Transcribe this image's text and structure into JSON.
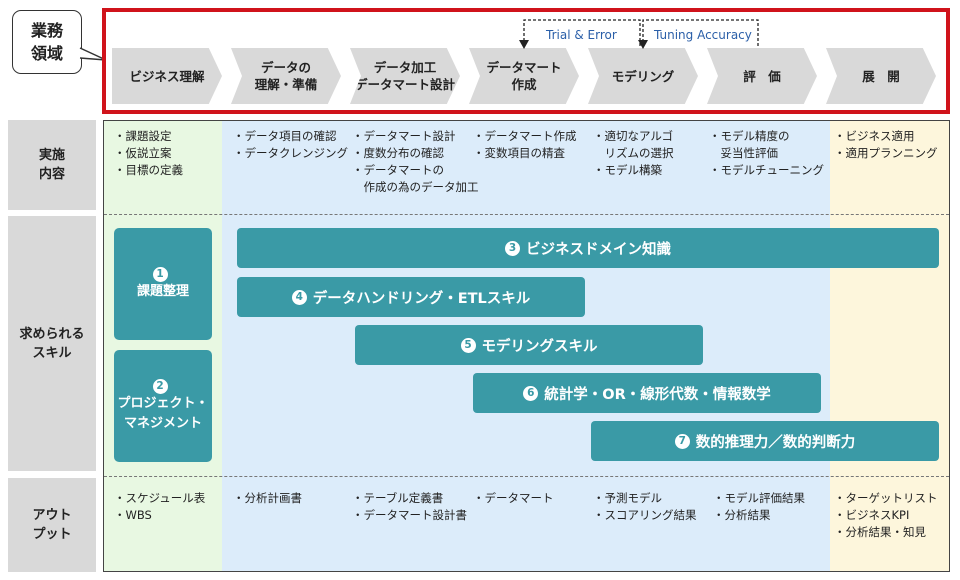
{
  "callout": {
    "line1": "業務",
    "line2": "領域"
  },
  "stages": [
    {
      "line1": "ビジネス理解",
      "line2": ""
    },
    {
      "line1": "データの",
      "line2": "理解・準備"
    },
    {
      "line1": "データ加工",
      "line2": "データマート設計"
    },
    {
      "line1": "データマート",
      "line2": "作成"
    },
    {
      "line1": "モデリング",
      "line2": ""
    },
    {
      "line1": "評　価",
      "line2": ""
    },
    {
      "line1": "展　開",
      "line2": ""
    }
  ],
  "loops": {
    "trial_error": "Trial & Error",
    "tuning": "Tuning Accuracy"
  },
  "row_heads": {
    "activities": {
      "line1": "実施",
      "line2": "内容"
    },
    "skills": {
      "line1": "求められる",
      "line2": "スキル"
    },
    "outputs": {
      "line1": "アウト",
      "line2": "プット"
    }
  },
  "activities": [
    [
      "・課題設定",
      "・仮説立案",
      "・目標の定義"
    ],
    [
      "・データ項目の確認",
      "・データクレンジング"
    ],
    [
      "・データマート設計",
      "・度数分布の確認",
      "・データマートの",
      "　作成の為のデータ加工"
    ],
    [
      "・データマート作成",
      "・変数項目の精査"
    ],
    [
      "・適切なアルゴ",
      "　リズムの選択",
      "・モデル構築"
    ],
    [
      "・モデル精度の",
      "　妥当性評価",
      "・モデルチューニング"
    ],
    [
      "・ビジネス適用",
      "・適用プランニング"
    ]
  ],
  "skills": {
    "box1": {
      "num": "1",
      "line1": "課題整理",
      "line2": ""
    },
    "box2": {
      "num": "2",
      "line1": "プロジェクト・",
      "line2": "マネジメント"
    },
    "bar3": {
      "num": "3",
      "label": "ビジネスドメイン知識"
    },
    "bar4": {
      "num": "4",
      "label": "データハンドリング・ETLスキル"
    },
    "bar5": {
      "num": "5",
      "label": "モデリングスキル"
    },
    "bar6": {
      "num": "6",
      "label": "統計学・OR・線形代数・情報数学"
    },
    "bar7": {
      "num": "7",
      "label": "数的推理力／数的判断力"
    }
  },
  "outputs": [
    [
      "・スケジュール表",
      "・WBS"
    ],
    [
      "・分析計画書"
    ],
    [
      "・テーブル定義書",
      "・データマート設計書"
    ],
    [
      "・データマート"
    ],
    [
      "・予測モデル",
      "・スコアリング結果"
    ],
    [
      "・モデル評価結果",
      "・分析結果"
    ],
    [
      "・ターゲットリスト",
      "・ビジネスKPI",
      "・分析結果・知見"
    ]
  ],
  "colors": {
    "frame_red": "#d0131b",
    "skill_teal": "#3a9aa6",
    "loop_blue": "#2b5fa8"
  }
}
